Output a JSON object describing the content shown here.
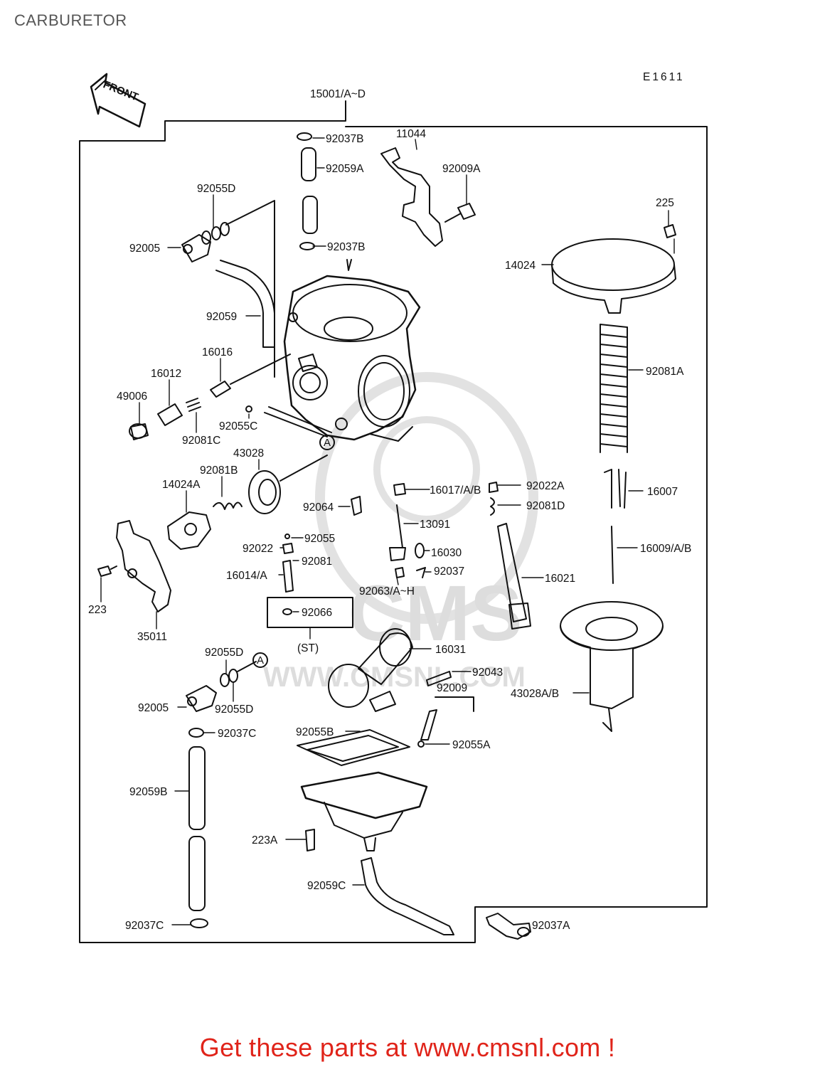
{
  "page": {
    "title": "CARBURETOR"
  },
  "diagram": {
    "code": "E1611",
    "front_label": "FRONT",
    "assembly_label": "15001/A~D",
    "st_label": "(ST)",
    "marker_letter": "A",
    "parts": [
      "92037B",
      "92059A",
      "11044",
      "92009A",
      "92037B",
      "92055D",
      "92005",
      "225",
      "14024",
      "92059",
      "16016",
      "16012",
      "49006",
      "92081C",
      "92055C",
      "92081A",
      "43028",
      "92081B",
      "14024A",
      "16017/A/B",
      "92022A",
      "16007",
      "92064",
      "92081D",
      "13091",
      "92055",
      "92022",
      "92081",
      "16030",
      "16009/A/B",
      "16014/A",
      "92037",
      "92063/A~H",
      "16021",
      "223",
      "92066",
      "35011",
      "92055D",
      "16031",
      "92043",
      "92009",
      "43028A/B",
      "92005",
      "92055D",
      "92037C",
      "92055B",
      "92055A",
      "92059B",
      "223A",
      "92059C",
      "92037C",
      "92037A"
    ]
  },
  "watermark": {
    "brand": "CMS",
    "url": "WWW.CMSNL.COM"
  },
  "footer": {
    "promo": "Get these parts at www.cmsnl.com !"
  },
  "colors": {
    "line": "#111111",
    "promo": "#e0241a",
    "watermark": "#d9d9d9"
  }
}
